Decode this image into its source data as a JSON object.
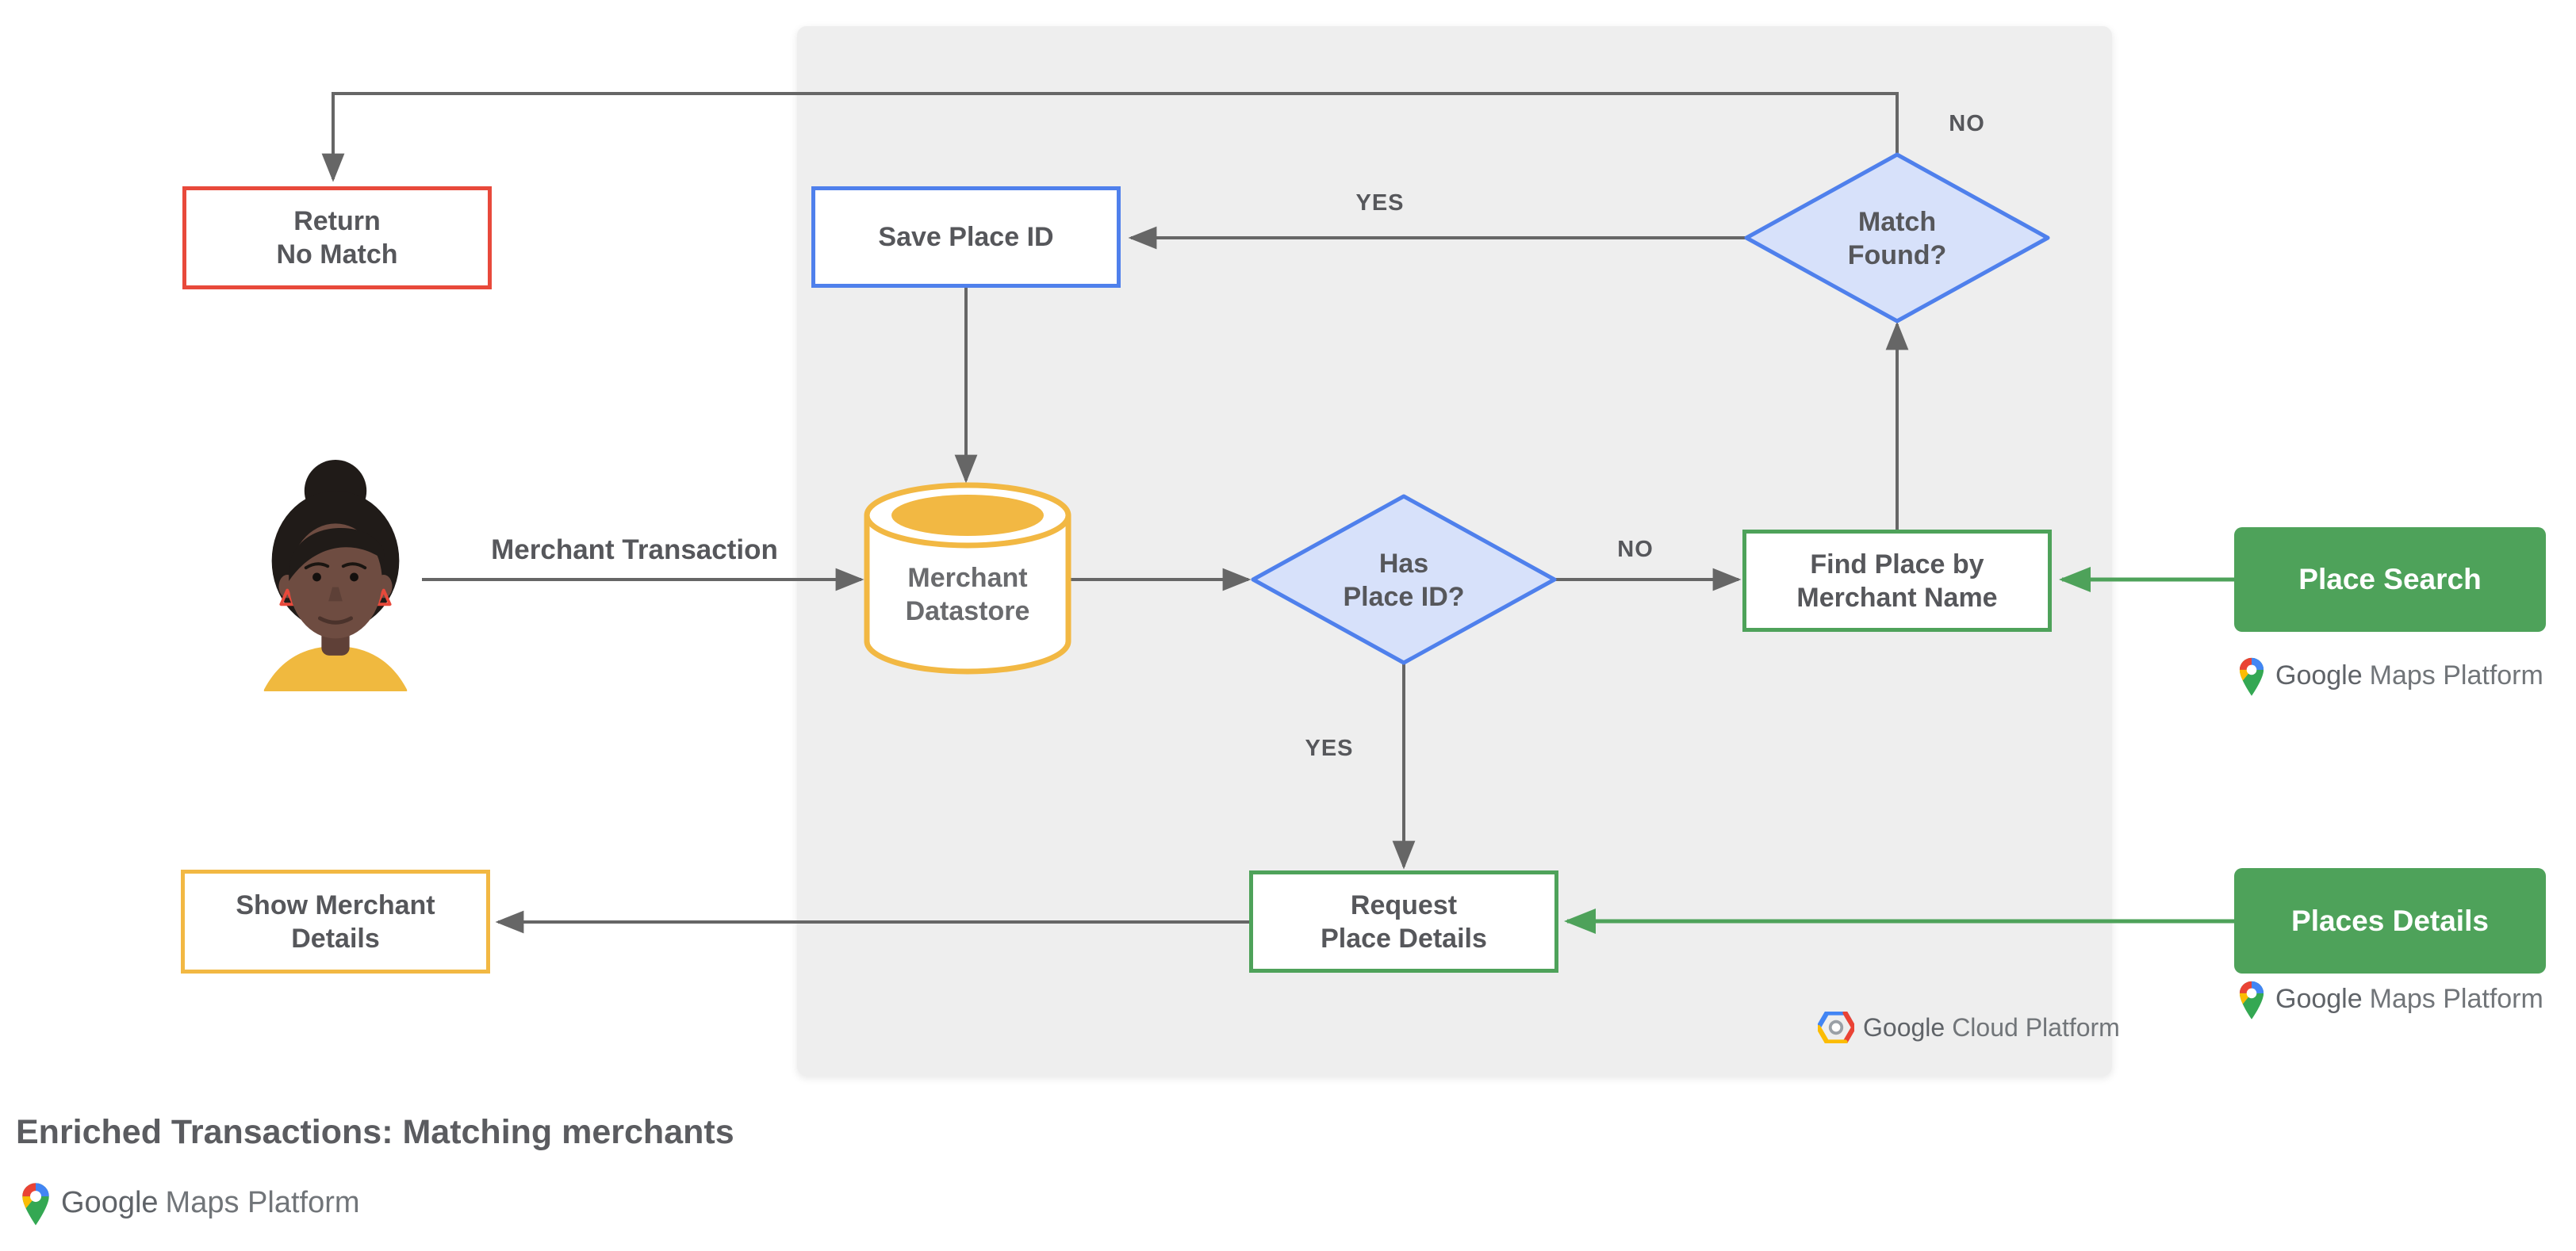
{
  "diagram": {
    "title": "Enriched Transactions: Matching merchants",
    "nodes": {
      "return_no_match": {
        "line1": "Return",
        "line2": "No Match"
      },
      "save_place_id": {
        "label": "Save Place ID"
      },
      "merchant_datastore": {
        "line1": "Merchant",
        "line2": "Datastore"
      },
      "has_place_id": {
        "line1": "Has",
        "line2": "Place ID?"
      },
      "match_found": {
        "line1": "Match",
        "line2": "Found?"
      },
      "find_place_by_merchant_name": {
        "line1": "Find Place by",
        "line2": "Merchant Name"
      },
      "request_place_details": {
        "line1": "Request",
        "line2": "Place Details"
      },
      "show_merchant_details": {
        "line1": "Show Merchant",
        "line2": "Details"
      },
      "place_search": {
        "label": "Place Search"
      },
      "places_details": {
        "label": "Places Details"
      }
    },
    "edge_labels": {
      "match_found_no": "NO",
      "match_found_yes": "YES",
      "merchant_transaction": "Merchant Transaction",
      "has_place_id_no": "NO",
      "has_place_id_yes": "YES"
    },
    "logos": {
      "maps_platform": {
        "brand": "Google",
        "product": "Maps Platform"
      },
      "cloud_platform": {
        "brand": "Google",
        "product": "Cloud Platform"
      }
    },
    "colors": {
      "panel_bg": "#EEEEEE",
      "red": "#E8493B",
      "blue": "#4F80EC",
      "blue_fill": "#D7E1FA",
      "green": "#4EA25A",
      "yellow": "#F2B843",
      "line_gray": "#666666",
      "text_gray": "#56575B"
    }
  }
}
